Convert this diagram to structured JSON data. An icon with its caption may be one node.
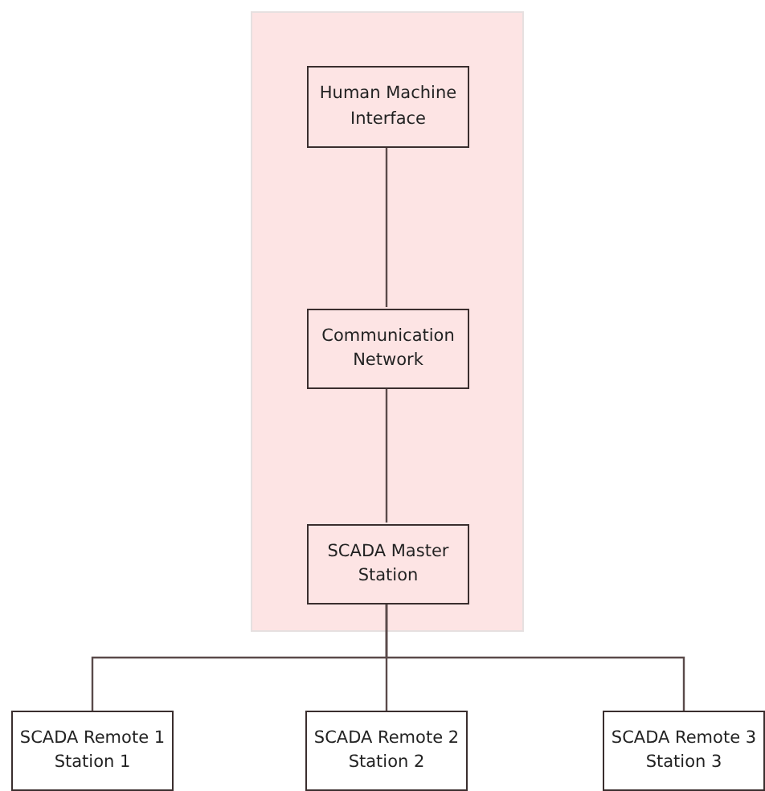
{
  "diagram": {
    "nodes": [
      {
        "text": [],
        "shape": "box"
      },
      {
        "text": [
          "Human Machine Interface"
        ],
        "in": 0
      },
      {
        "text": [
          "Communication Network"
        ],
        "in": 0
      },
      {
        "text": [
          "SCADA Master Station"
        ],
        "in": 0
      },
      {
        "text": [
          "SCADA Remote 1 Station 1"
        ]
      },
      {
        "text": [
          "SCADA Remote 2 Station 2"
        ]
      },
      {
        "text": [
          "SCADA Remote 3 Station 3"
        ]
      }
    ],
    "edges": [
      {
        "from": 1,
        "to": 2,
        "arrow": "none"
      },
      {
        "from": 2,
        "to": 3,
        "arrow": "none"
      },
      {
        "from": 3,
        "to": 4,
        "arrow": "none"
      },
      {
        "from": 3,
        "to": 5,
        "arrow": "none"
      },
      {
        "from": 3,
        "to": 6,
        "arrow": "none"
      }
    ]
  }
}
